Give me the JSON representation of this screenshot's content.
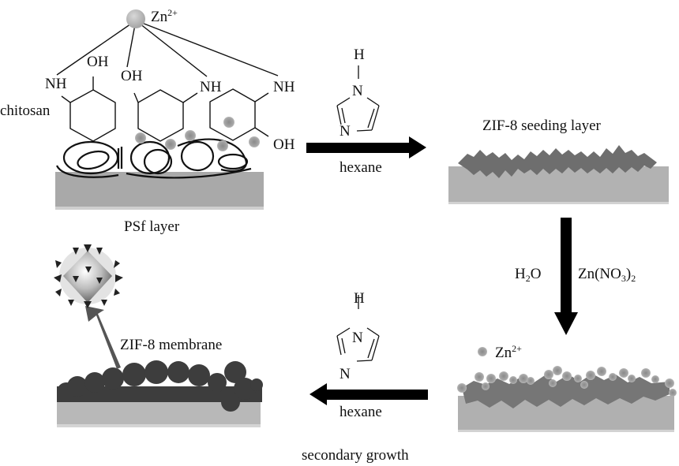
{
  "diagram": {
    "title": "ZIF-8 membrane fabrication on chitosan-modified PSf support",
    "stages": [
      {
        "id": "chitosan-psf",
        "label": "PSf  layer",
        "side_label": "chitosan",
        "ion_label": "Zn",
        "ion_charge": "2+",
        "functional_groups": [
          "NH",
          "OH",
          "OH",
          "NH",
          "NH",
          "OH"
        ]
      },
      {
        "id": "seeding",
        "label": "ZIF-8 seeding layer"
      },
      {
        "id": "zn-loaded",
        "legend_label": "Zn",
        "legend_charge": "2+"
      },
      {
        "id": "membrane",
        "label": "ZIF-8 membrane"
      }
    ],
    "steps": [
      {
        "id": "step1",
        "direction": "right",
        "reagent": "2-methylimidazole",
        "solvent": "hexane",
        "molecule_atoms": {
          "top": "H",
          "n1": "N",
          "n3": "N"
        }
      },
      {
        "id": "step2",
        "direction": "down",
        "left_label_main": "H",
        "left_label_sub": "2",
        "left_label_tail": "O",
        "right_label_main": "Zn(NO",
        "right_label_sub": "3",
        "right_label_tail": ")",
        "right_label_sub2": "2"
      },
      {
        "id": "step3",
        "direction": "left",
        "solvent": "hexane",
        "caption": "secondary growth",
        "molecule_atoms": {
          "top": "H",
          "n1": "N",
          "n3": "N"
        }
      }
    ],
    "colors": {
      "support": "#b4b4b4",
      "seed": "#6e6e6e",
      "membrane": "#3c3c3c",
      "zn_ion": "#9a9a9a",
      "ink": "#111111"
    }
  }
}
